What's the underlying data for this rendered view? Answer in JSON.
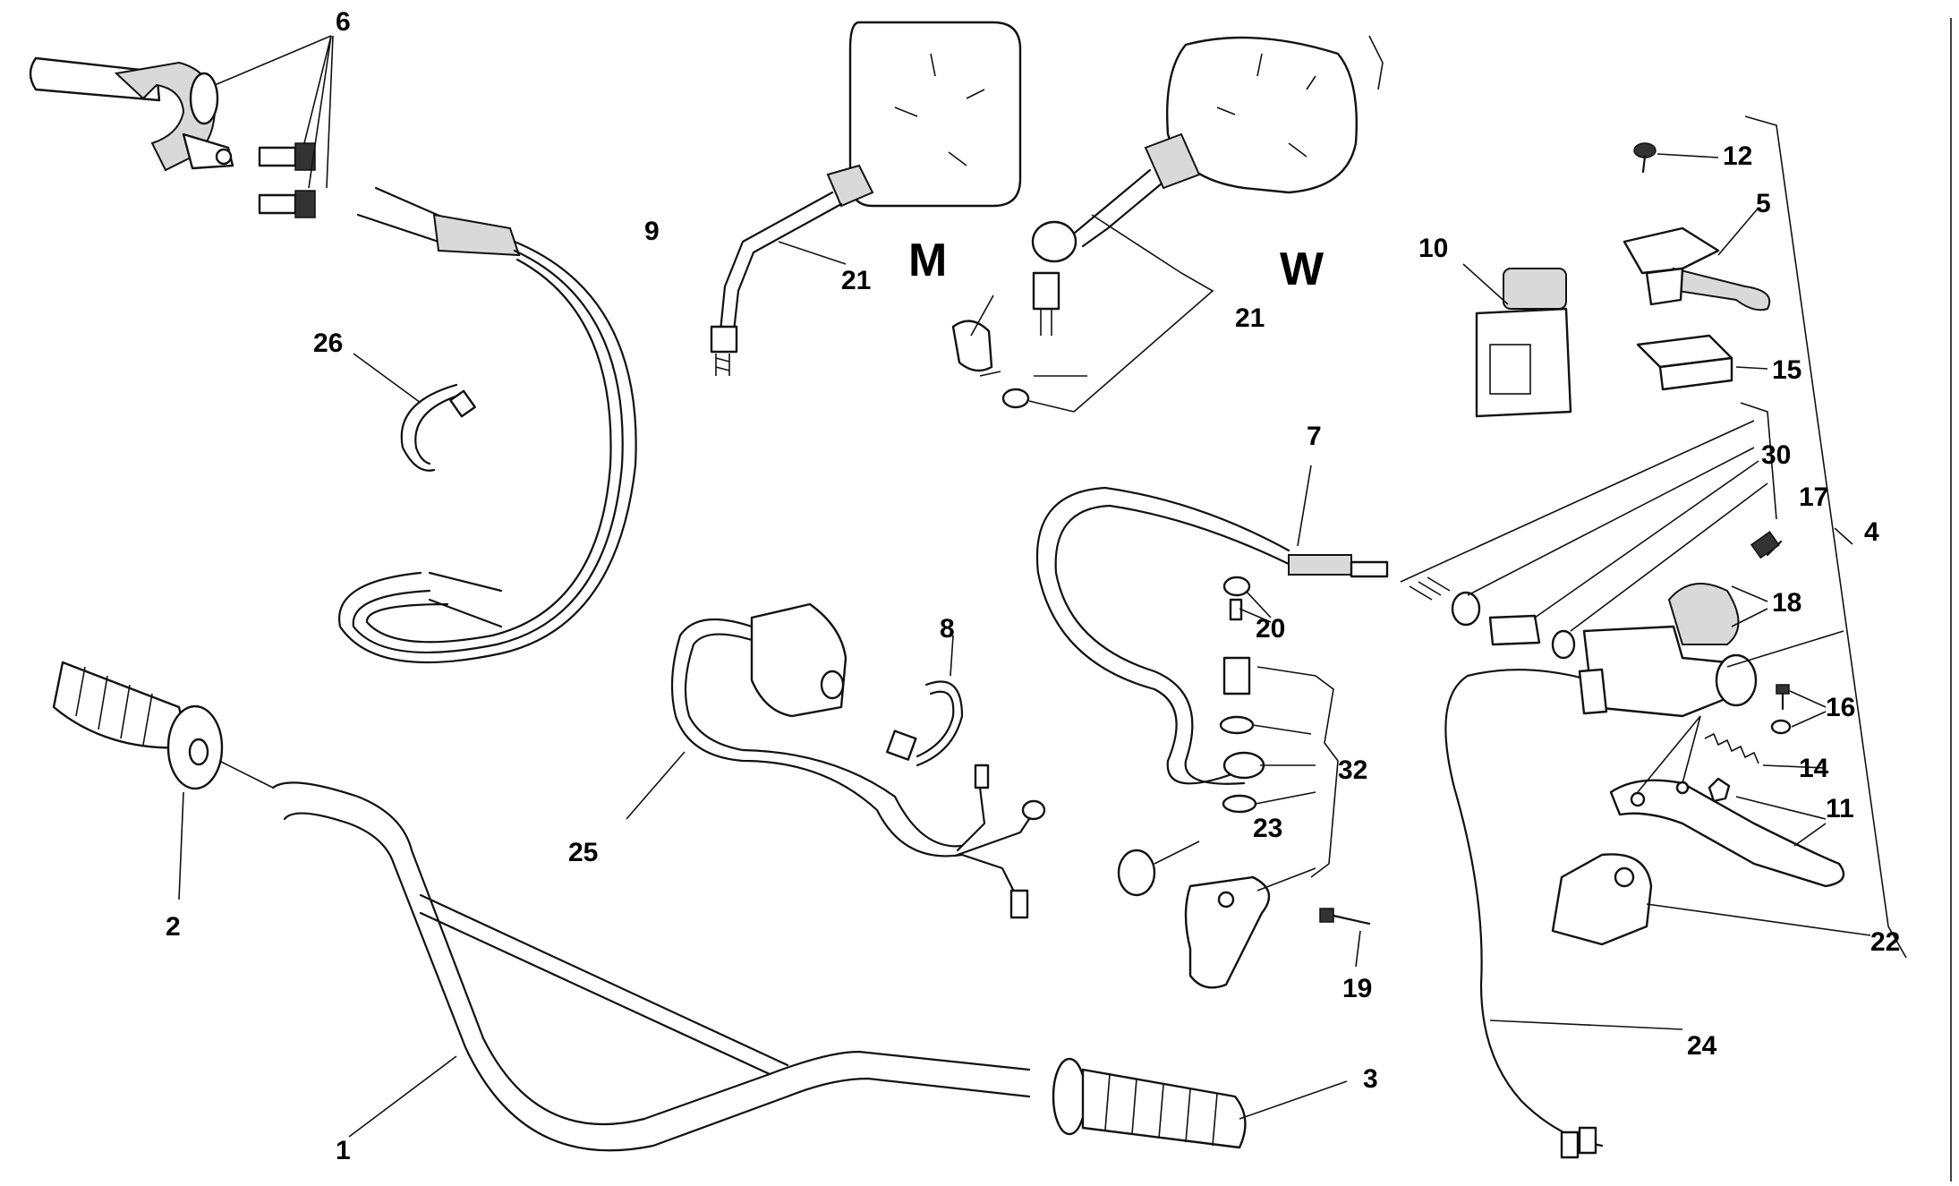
{
  "diagram": {
    "variant_labels": {
      "m": "M",
      "w": "W"
    },
    "callouts": {
      "c1": "1",
      "c2": "2",
      "c3": "3",
      "c4": "4",
      "c5": "5",
      "c6": "6",
      "c7": "7",
      "c8": "8",
      "c9": "9",
      "c10": "10",
      "c11": "11",
      "c12": "12",
      "c14": "14",
      "c15": "15",
      "c16": "16",
      "c17": "17",
      "c18": "18",
      "c19": "19",
      "c20": "20",
      "c21a": "21",
      "c21b": "21",
      "c22": "22",
      "c23": "23",
      "c24": "24",
      "c25": "25",
      "c26": "26",
      "c30": "30",
      "c32": "32"
    }
  }
}
